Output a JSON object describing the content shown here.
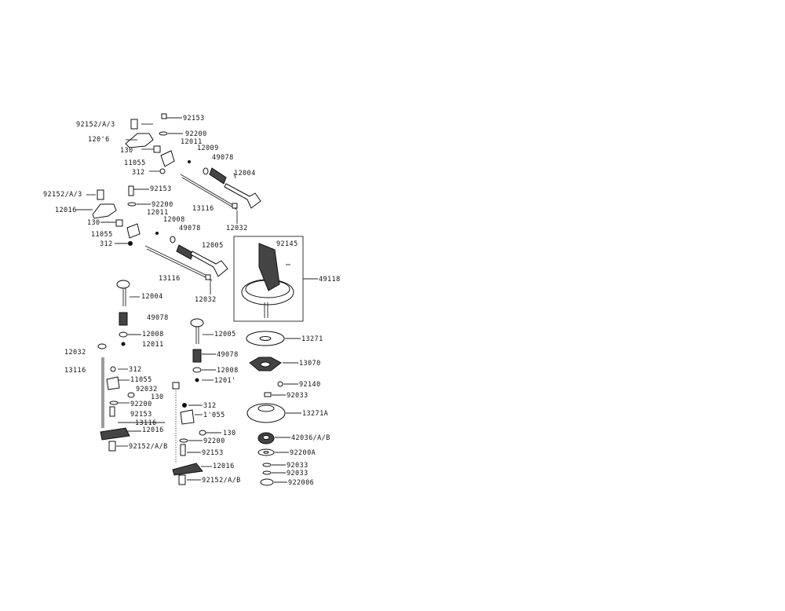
{
  "labels": {
    "a_92152_A3": "92152/A/3",
    "a_12016": "120'6",
    "a_130": "130",
    "a_11055": "11055",
    "a_312": "312",
    "a_92153": "92153",
    "a_92200": "92200",
    "a_12011": "12011",
    "a_12008": "12009",
    "a_49078": "49078",
    "a_12004": "12004",
    "a_13116": "13116",
    "a_12032": "12032",
    "b_92152_A3": "92152/A/3",
    "b_12016": "12016",
    "b_130": "130",
    "b_11055": "11055",
    "b_312": "312",
    "b_92153": "92153",
    "b_92200": "92200",
    "b_12011": "12011",
    "b_12008": "12008",
    "b_49078": "49078",
    "b_12005": "12005",
    "b_13116": "13116",
    "b_12032": "12032",
    "c_92145": "92145",
    "c_49118": "49118",
    "c_12004": "12004",
    "c_49078": "49078",
    "c_12008": "12008",
    "c_12011": "12011",
    "c_12032": "12032",
    "c_13116": "13116",
    "c_312": "312",
    "c_11055": "11055",
    "c_92032": "92032",
    "c_130": "130",
    "c_92200": "92200",
    "c_92153": "92153",
    "c_13116b": "13116",
    "c_12016": "12016",
    "c_92152_A_B": "92152/A/B",
    "d_12005": "12005",
    "d_49078": "49078",
    "d_12008": "12008",
    "d_12011": "1201'",
    "d_312": "312",
    "d_11055": "1'055",
    "d_130": "130",
    "d_92200": "92200",
    "d_92153": "92153",
    "d_12016": "12016",
    "d_92152_A_B": "92152/A/B",
    "e_13271": "13271",
    "e_13070": "13070",
    "e_92140": "92140",
    "e_92033": "92033",
    "e_13271A": "13271A",
    "e_42036": "42036/A/B",
    "e_92200A": "92200A",
    "e_92033b": "92033",
    "e_92033c": "92033",
    "e_92200B": "922006"
  }
}
